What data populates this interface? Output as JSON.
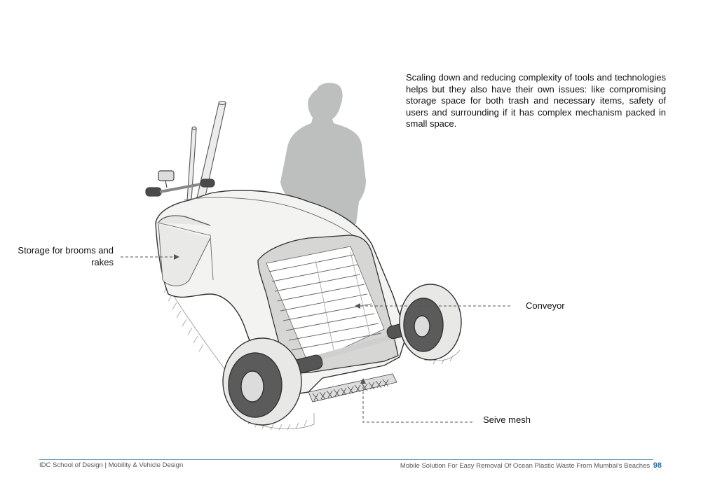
{
  "description": "Scaling down and reducing complexity of tools and technologies helps but they also have their own issues: like compromising storage space for both trash and necessary items, safety of users and surrounding if it has complex mechanism packed in small space.",
  "callouts": {
    "storage": "Storage for brooms and rakes",
    "conveyor": "Conveyor",
    "mesh": "Seive mesh"
  },
  "footer": {
    "left": "IDC School of Design | Mobility & Vehicle Design",
    "right": "Mobile Solution For Easy Removal Of Ocean Plastic Waste From Mumbai's Beaches",
    "page": "98"
  },
  "colors": {
    "accent": "#2f6f9e",
    "rule": "#5a8cb0",
    "silhouette": "#bdbfbf"
  }
}
